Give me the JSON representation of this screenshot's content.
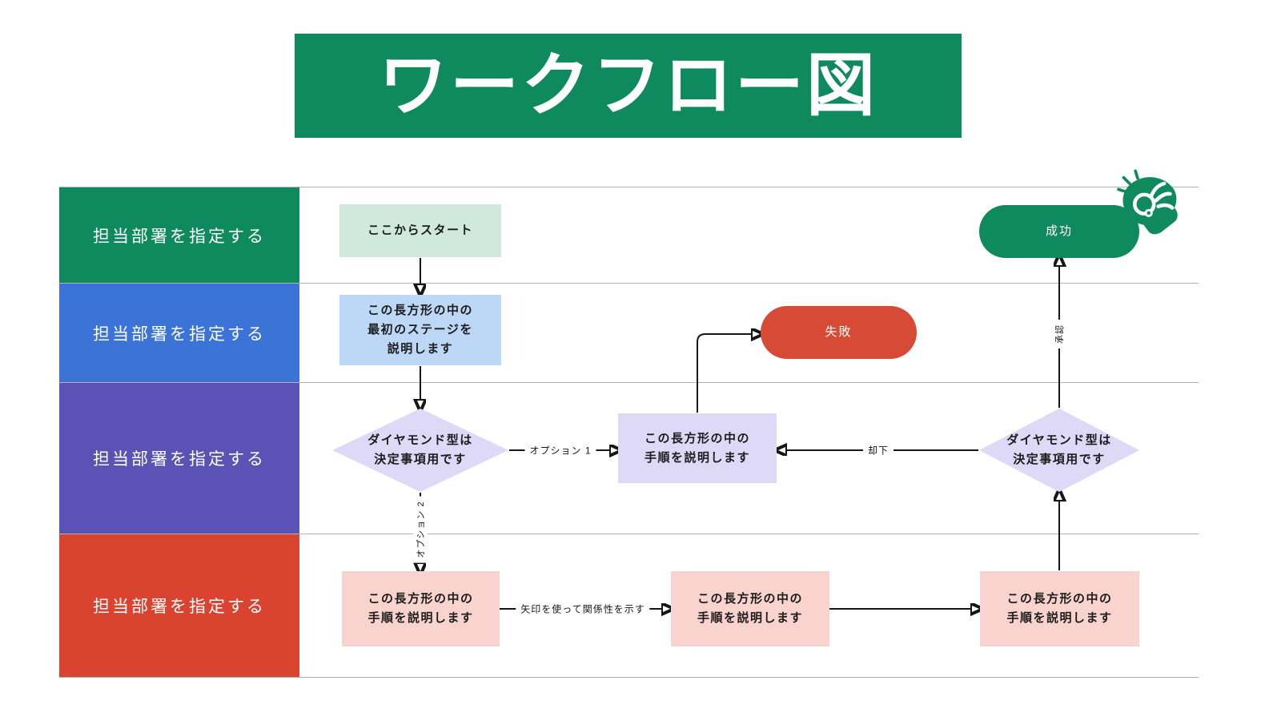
{
  "title": {
    "text": "ワークフロー図",
    "background": "#0F8A5F",
    "text_color": "#FFFFFF"
  },
  "lanes": [
    {
      "label": "担当部署を指定する",
      "color": "#0F8A5F"
    },
    {
      "label": "担当部署を指定する",
      "color": "#3B73D6"
    },
    {
      "label": "担当部署を指定する",
      "color": "#5A52B5"
    },
    {
      "label": "担当部署を指定する",
      "color": "#D9432F"
    }
  ],
  "nodes": {
    "start": {
      "label": "ここからスタート",
      "shape": "rectangle",
      "color": "#CFE9DC"
    },
    "first_stage": {
      "label": "この長方形の中の\n最初のステージを\n説明します",
      "shape": "rectangle",
      "color": "#BDD8F7"
    },
    "decision_left": {
      "label": "ダイヤモンド型は\n決定事項用です",
      "shape": "diamond",
      "color": "#DDD9F6"
    },
    "process_center": {
      "label": "この長方形の中の\n手順を説明します",
      "shape": "rectangle",
      "color": "#DDD9F6"
    },
    "failure": {
      "label": "失敗",
      "shape": "pill",
      "color": "#D74A36"
    },
    "success": {
      "label": "成功",
      "shape": "pill",
      "color": "#0F8A5F"
    },
    "decision_right": {
      "label": "ダイヤモンド型は\n決定事項用です",
      "shape": "diamond",
      "color": "#DDD9F6"
    },
    "process_bottom_left": {
      "label": "この長方形の中の\n手順を説明します",
      "shape": "rectangle",
      "color": "#F9D3CD"
    },
    "process_bottom_middle": {
      "label": "この長方形の中の\n手順を説明します",
      "shape": "rectangle",
      "color": "#F9D3CD"
    },
    "process_bottom_right": {
      "label": "この長方形の中の\n手順を説明します",
      "shape": "rectangle",
      "color": "#F9D3CD"
    }
  },
  "connector_labels": {
    "option1": "オプション 1",
    "option2": "オプション 2",
    "reject": "却下",
    "approve": "承認",
    "relation": "矢印を使って関係性を示す"
  },
  "icons": {
    "hand": "ok-hand-gesture"
  },
  "style": {
    "lane_line_color": "#AEB4B7",
    "connector_color": "#161616",
    "background": "#FFFFFF"
  }
}
